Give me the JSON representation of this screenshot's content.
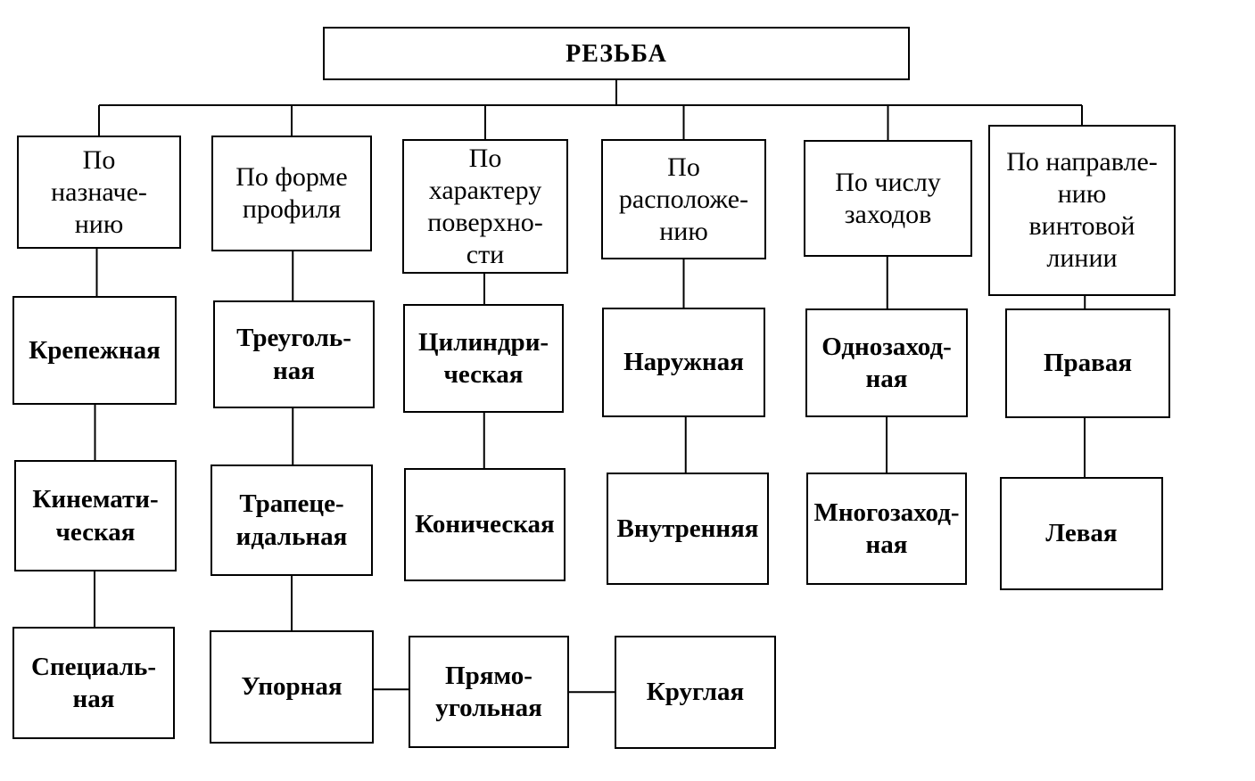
{
  "root": {
    "id": "root",
    "label": "РЕЗЬБА"
  },
  "categories": [
    {
      "id": "c1",
      "label": "По\nназначе-\nнию"
    },
    {
      "id": "c2",
      "label": "По форме\nпрофиля"
    },
    {
      "id": "c3",
      "label": "По\nхарактеру\nповерхно-\nсти"
    },
    {
      "id": "c4",
      "label": "По\nрасположе-\nнию"
    },
    {
      "id": "c5",
      "label": "По числу\nзаходов"
    },
    {
      "id": "c6",
      "label": "По направле-\nнию\nвинтовой\nлинии"
    }
  ],
  "items": [
    {
      "id": "k1",
      "label": "Крепежная"
    },
    {
      "id": "k2",
      "label": "Кинемати-\nческая"
    },
    {
      "id": "k3",
      "label": "Специаль-\nная"
    },
    {
      "id": "p1",
      "label": "Треуголь-\nная"
    },
    {
      "id": "p2",
      "label": "Трапеце-\nидальная"
    },
    {
      "id": "p3",
      "label": "Упорная"
    },
    {
      "id": "p4",
      "label": "Прямо-\nугольная"
    },
    {
      "id": "p5",
      "label": "Круглая"
    },
    {
      "id": "s1",
      "label": "Цилиндри-\nческая"
    },
    {
      "id": "s2",
      "label": "Коническая"
    },
    {
      "id": "r1",
      "label": "Наружная"
    },
    {
      "id": "r2",
      "label": "Внутренняя"
    },
    {
      "id": "z1",
      "label": "Однозаход-\nная"
    },
    {
      "id": "z2",
      "label": "Многозаход-\nная"
    },
    {
      "id": "n1",
      "label": "Правая"
    },
    {
      "id": "n2",
      "label": "Левая"
    }
  ],
  "edges": [
    [
      "root",
      "c1"
    ],
    [
      "root",
      "c2"
    ],
    [
      "root",
      "c3"
    ],
    [
      "root",
      "c4"
    ],
    [
      "root",
      "c5"
    ],
    [
      "root",
      "c6"
    ],
    [
      "c1",
      "k1"
    ],
    [
      "k1",
      "k2"
    ],
    [
      "k2",
      "k3"
    ],
    [
      "c2",
      "p1"
    ],
    [
      "p1",
      "p2"
    ],
    [
      "p2",
      "p3"
    ],
    [
      "p3",
      "p4"
    ],
    [
      "p4",
      "p5"
    ],
    [
      "c3",
      "s1"
    ],
    [
      "s1",
      "s2"
    ],
    [
      "c4",
      "r1"
    ],
    [
      "r1",
      "r2"
    ],
    [
      "c5",
      "z1"
    ],
    [
      "z1",
      "z2"
    ],
    [
      "c6",
      "n1"
    ],
    [
      "n1",
      "n2"
    ]
  ]
}
